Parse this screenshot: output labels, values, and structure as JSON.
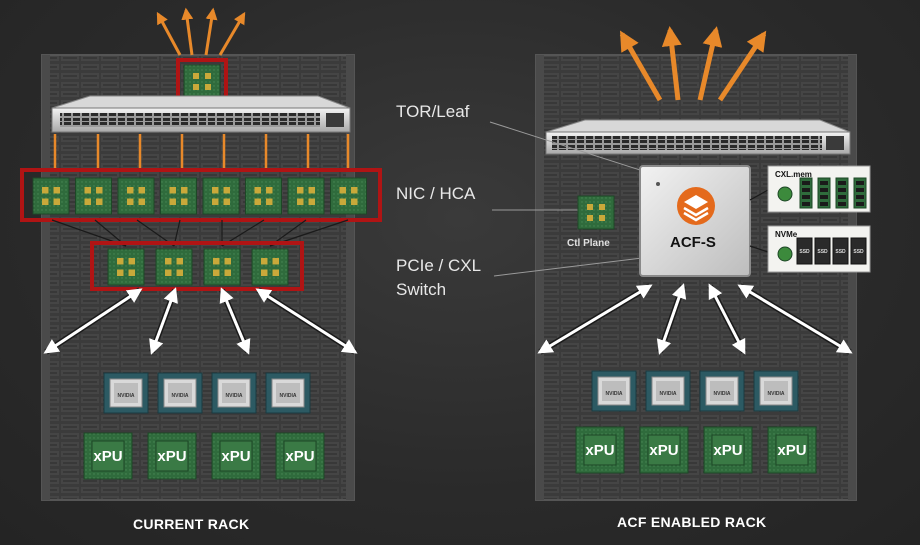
{
  "labels": {
    "tor_leaf": "TOR/Leaf",
    "nic_hca": "NIC / HCA",
    "pcie_cxl_line1": "PCIe / CXL",
    "pcie_cxl_line2": "Switch",
    "ctl_plane": "Ctl Plane",
    "acf_s": "ACF-S",
    "cxl_mem": "CXL.mem",
    "nvme": "NVMe",
    "ssd": "SSD",
    "nvidia": "NVIDIA",
    "xpu": "xPU"
  },
  "captions": {
    "current_rack": "CURRENT RACK",
    "acf_rack": "ACF ENABLED RACK"
  },
  "colors": {
    "highlight_red": "#b01414",
    "uplink_orange": "#e8892a",
    "chip_green": "#2f6b3c",
    "background": "#2b2b2b"
  }
}
